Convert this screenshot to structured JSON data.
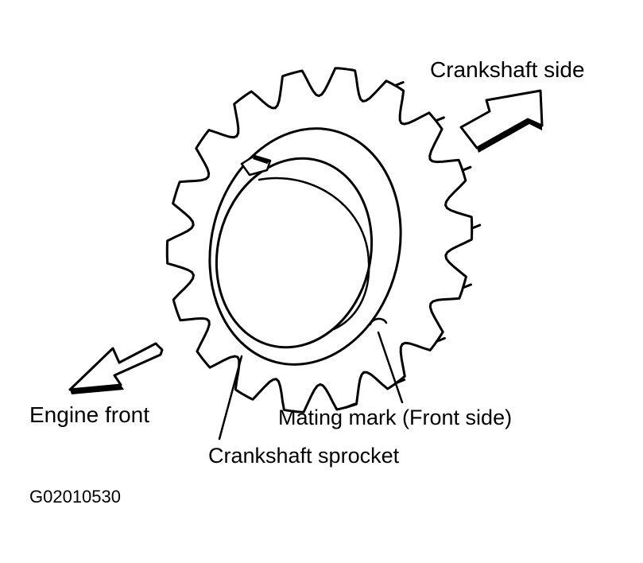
{
  "labels": {
    "crankshaft_side": "Crankshaft side",
    "engine_front": "Engine front",
    "mating_mark": "Mating mark (Front side)",
    "crankshaft_sprocket": "Crankshaft sprocket",
    "figure_code": "G02010530"
  },
  "diagram": {
    "tooth_count": 18,
    "line_color": "#000000",
    "background_color": "#ffffff"
  }
}
